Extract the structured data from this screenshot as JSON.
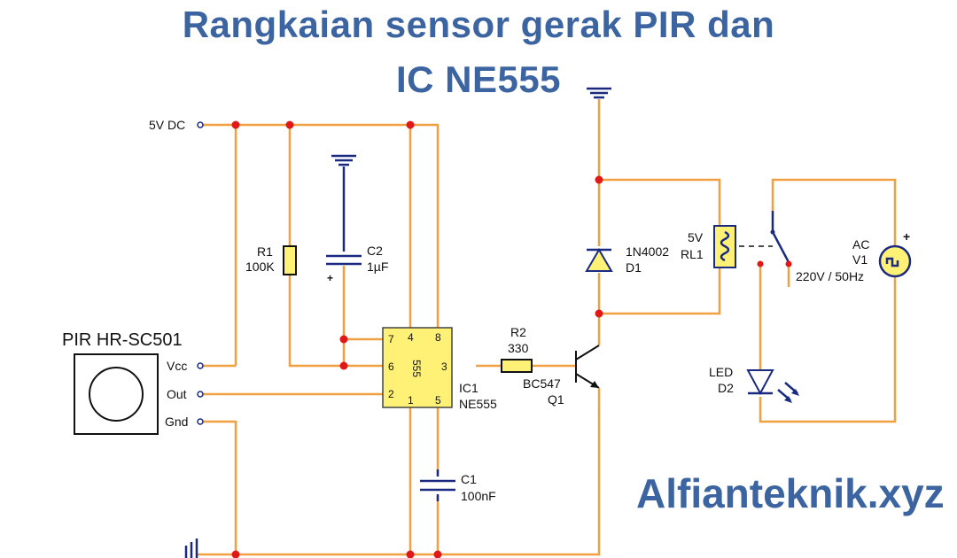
{
  "title": {
    "line1": "Rangkaian sensor gerak PIR dan",
    "line2": "IC NE555"
  },
  "watermark": "Alfianteknik.xyz",
  "colors": {
    "title": "#3c64a0",
    "wire": "#f0a040",
    "component": "#1a2a80",
    "junction": "#e01818",
    "ic_body": "#fff176"
  },
  "power": {
    "supply_label": "5V DC"
  },
  "pir": {
    "name": "PIR HR-SC501",
    "pins": [
      "Vcc",
      "Out",
      "Gnd"
    ]
  },
  "r1": {
    "ref": "R1",
    "value": "100K"
  },
  "c2": {
    "ref": "C2",
    "value": "1µF",
    "polarity": "+"
  },
  "ic1": {
    "ref": "IC1",
    "part": "NE555",
    "body_label": "555",
    "pins": {
      "p1": "1",
      "p2": "2",
      "p3": "3",
      "p4": "4",
      "p5": "5",
      "p6": "6",
      "p7": "7",
      "p8": "8"
    }
  },
  "c1": {
    "ref": "C1",
    "value": "100nF"
  },
  "r2": {
    "ref": "R2",
    "value": "330"
  },
  "q1": {
    "part": "BC547",
    "ref": "Q1"
  },
  "d1": {
    "part": "1N4002",
    "ref": "D1"
  },
  "rl1": {
    "voltage": "5V",
    "ref": "RL1"
  },
  "d2": {
    "part": "LED",
    "ref": "D2"
  },
  "v1": {
    "type": "AC",
    "ref": "V1",
    "rating": "220V / 50Hz",
    "polarity": "+"
  }
}
